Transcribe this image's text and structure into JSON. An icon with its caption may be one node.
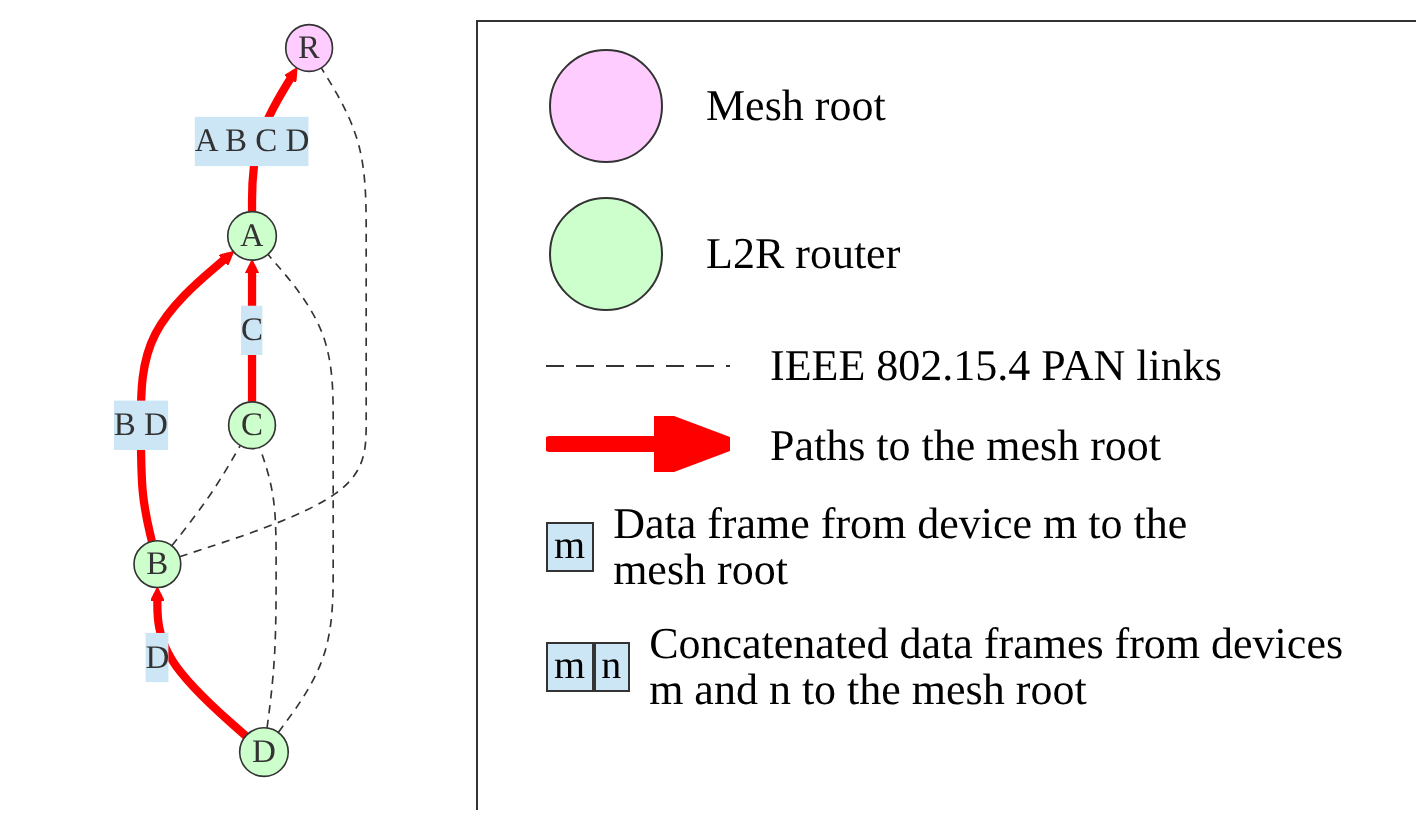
{
  "diagram": {
    "nodes": [
      {
        "text": [
          "R"
        ]
      },
      {
        "text": [
          "A"
        ]
      },
      {
        "text": [
          "B"
        ]
      },
      {
        "text": [
          "C"
        ]
      },
      {
        "text": [
          "D"
        ]
      }
    ],
    "edges": [
      {
        "from": 1,
        "to": 0,
        "arrow": "to",
        "label": "A B C D",
        "style": "thick",
        "color": "#ff0000"
      },
      {
        "from": 2,
        "to": 1,
        "arrow": "to",
        "label": "B D",
        "style": "thick",
        "color": "#ff0000"
      },
      {
        "from": 3,
        "to": 1,
        "arrow": "to",
        "label": "C",
        "style": "thick",
        "color": "#ff0000"
      },
      {
        "from": 4,
        "to": 2,
        "arrow": "to",
        "label": "D",
        "style": "thick",
        "color": "#ff0000"
      },
      {
        "from": 0,
        "to": 2,
        "arrow": "none",
        "style": "dashed",
        "color": "#333333"
      },
      {
        "from": 1,
        "to": 4,
        "arrow": "none",
        "style": "dashed",
        "color": "#333333"
      },
      {
        "from": 2,
        "to": 3,
        "arrow": "none",
        "style": "dashed",
        "color": "#333333"
      },
      {
        "from": 3,
        "to": 4,
        "arrow": "none",
        "style": "dashed",
        "color": "#333333"
      }
    ],
    "labels": [
      "m",
      "m",
      "n"
    ],
    "legend": [
      {
        "text": "Mesh root",
        "color": "#ffccff"
      },
      {
        "text": "L2R router",
        "color": "#ccffcc"
      },
      {
        "text": "IEEE 802.15.4 PAN links"
      },
      {
        "text": "Paths to the mesh root"
      },
      {
        "text": "Data frame from device m to the mesh root"
      },
      {
        "text": "Concatenated data frames from devices m and n to the mesh root"
      }
    ]
  }
}
